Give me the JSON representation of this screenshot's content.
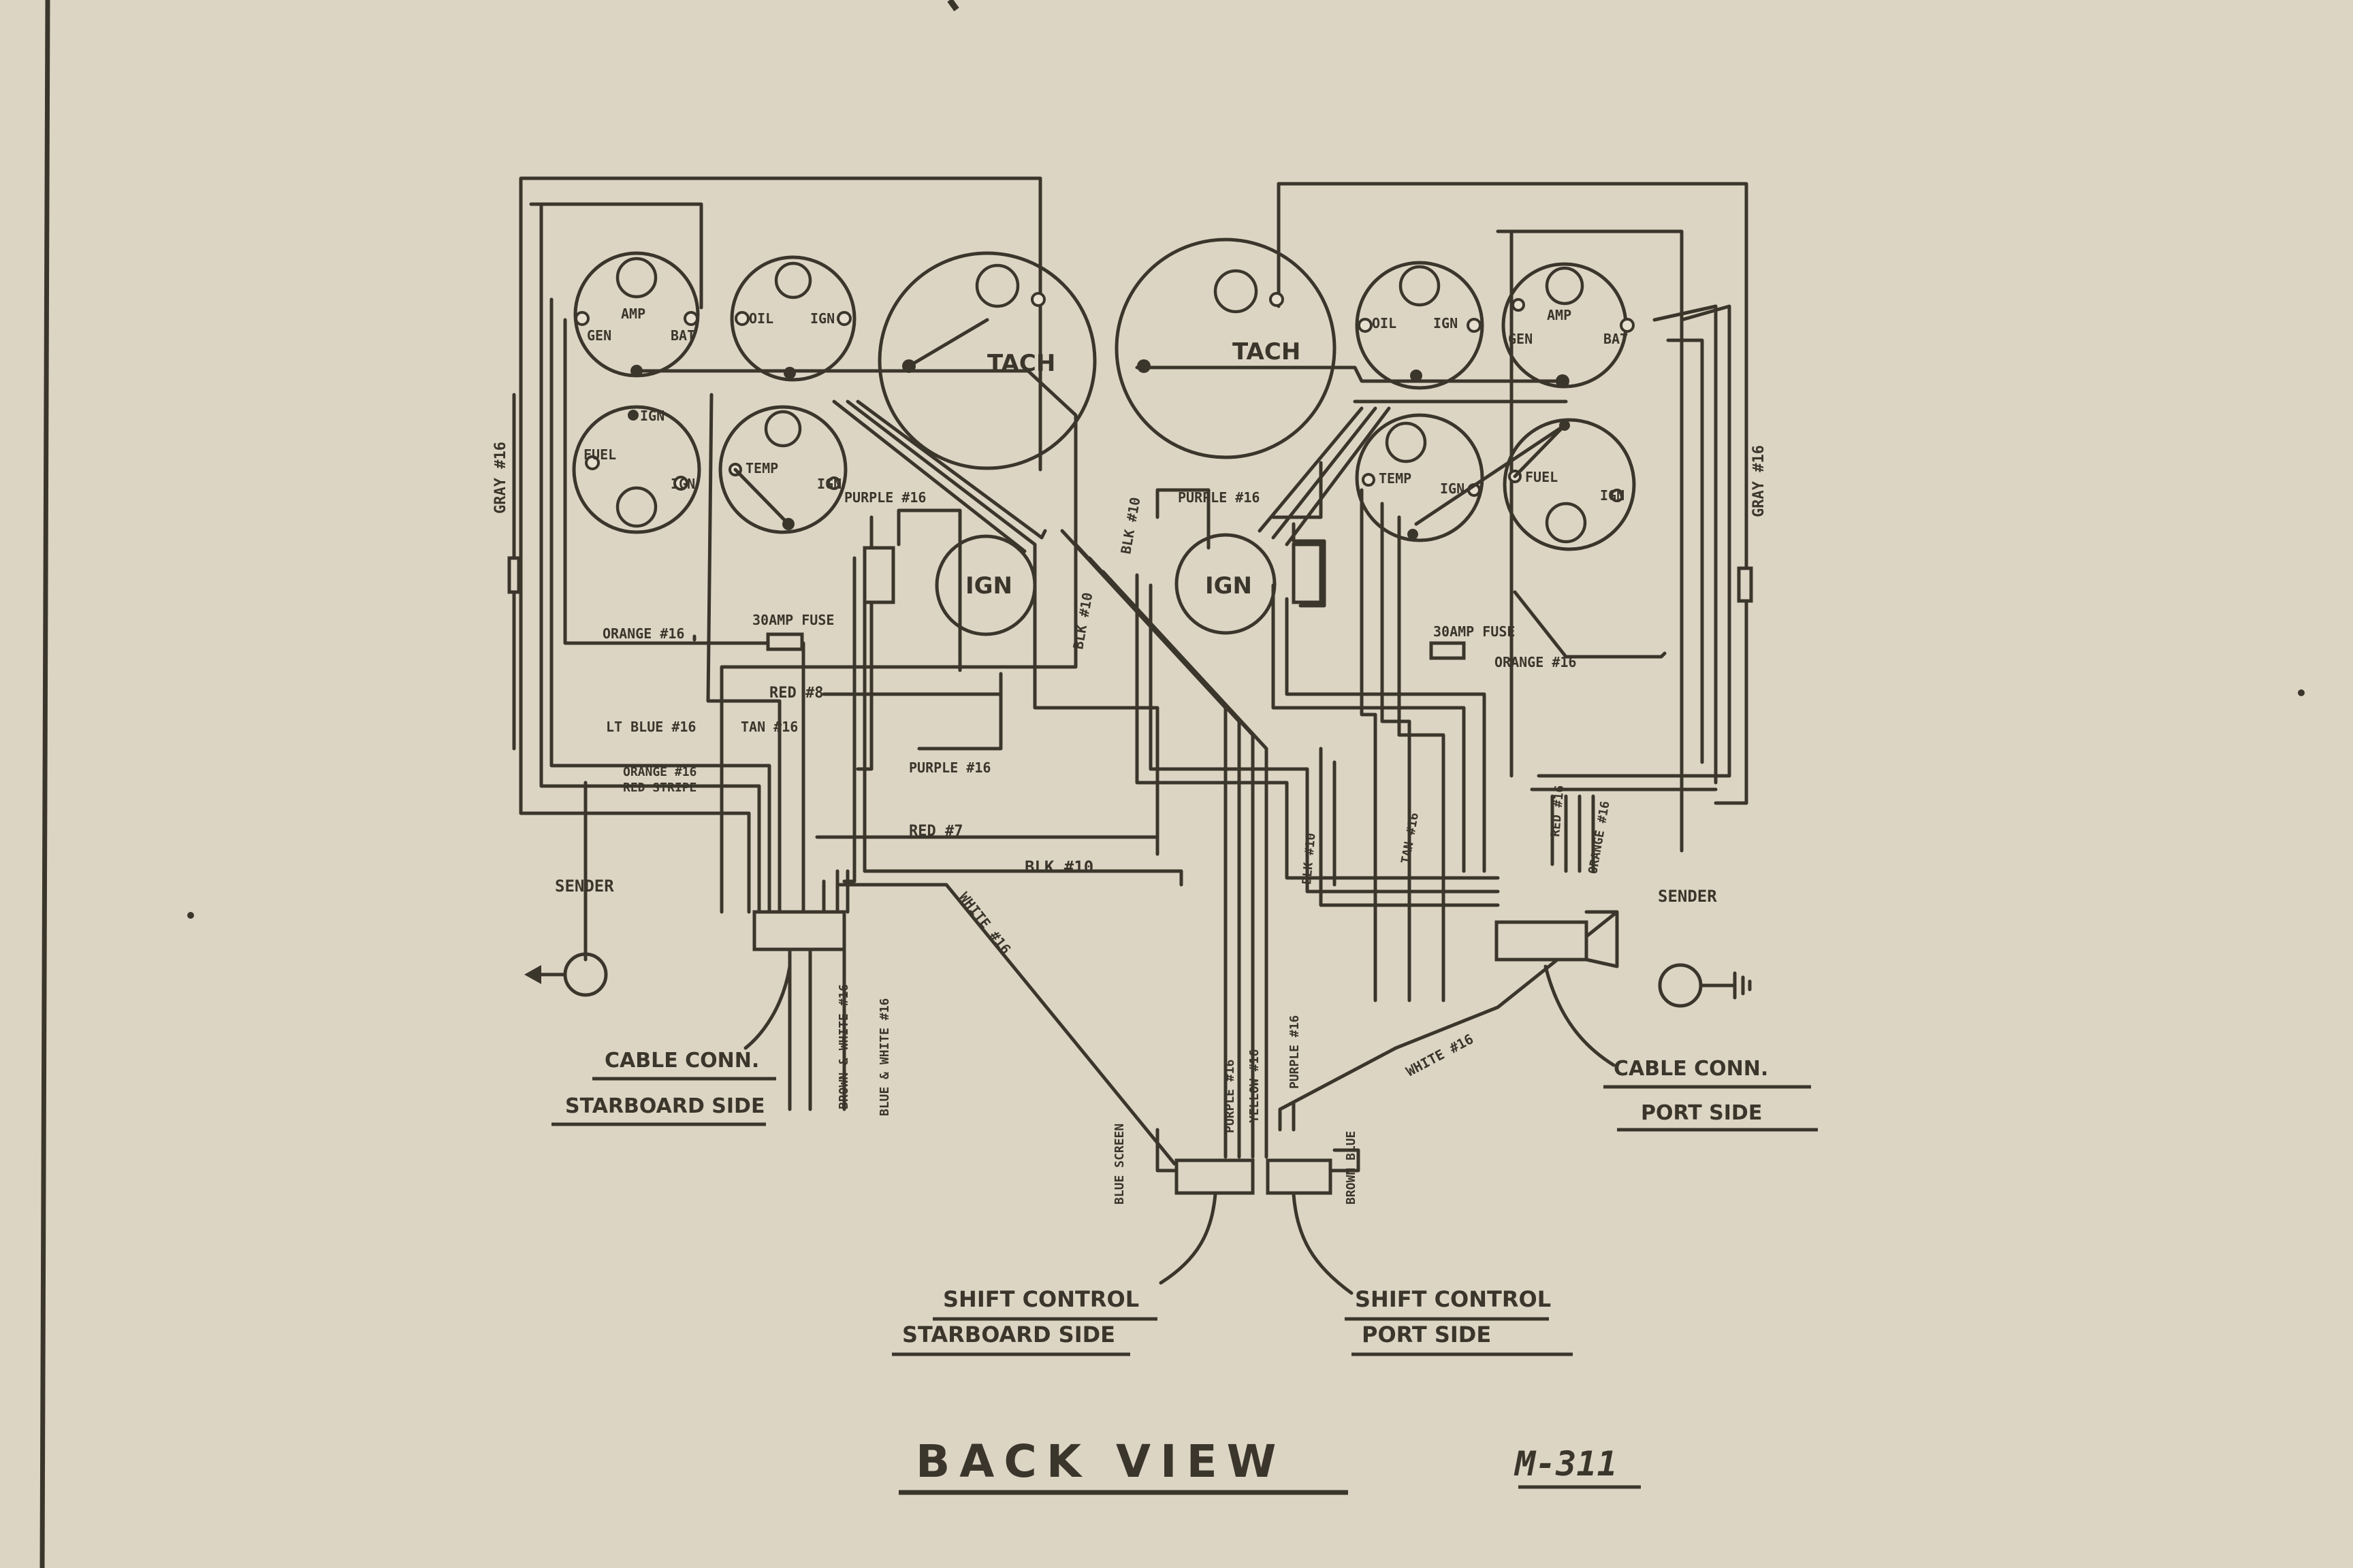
{
  "gauges_starboard": {
    "amp": {
      "name": "AMP",
      "gen": "GEN",
      "bat": "BAT"
    },
    "oil": {
      "oil": "OIL",
      "ign": "IGN"
    },
    "fuel": {
      "fuel": "FUEL",
      "ign": "IGN"
    },
    "temp": {
      "temp": "TEMP",
      "ign": "IGN"
    },
    "tach": "TACH",
    "ign_switch": "IGN",
    "top_ign": "IGN"
  },
  "gauges_port": {
    "tach": "TACH",
    "oil": {
      "oil": "OIL",
      "ign": "IGN"
    },
    "amp": {
      "name": "AMP",
      "gen": "GEN",
      "bat": "BAT"
    },
    "temp": {
      "temp": "TEMP",
      "ign": "IGN"
    },
    "fuel": {
      "fuel": "FUEL",
      "ign": "IGN"
    },
    "ign_switch": "IGN"
  },
  "wire_labels_starboard": {
    "gray": "GRAY #16",
    "orange": "ORANGE #16",
    "fuse": "30AMP FUSE",
    "purple_16_top": "PURPLE #16",
    "red_8": "RED #8",
    "lt_blue": "LT BLUE #16",
    "tan": "TAN #16",
    "orange_red": "ORANGE #16",
    "red_stripe": "RED STRIPE",
    "purple_16": "PURPLE #16",
    "red_7": "RED #7",
    "blk_10": "BLK #10",
    "blk_10_vert": "BLK #10",
    "white_16": "WHITE #16",
    "brown_white": "BROWN & WHITE #16",
    "blue_white": "BLUE & WHITE #16",
    "purple_16_low": "PURPLE #16",
    "yellow": "YELLOW #16"
  },
  "wire_labels_port": {
    "gray": "GRAY #16",
    "purple_16_top": "PURPLE #16",
    "blk_10": "BLK #10",
    "fuse": "30AMP FUSE",
    "orange": "ORANGE #16",
    "white_16": "WHITE #16",
    "purple_16_low": "PURPLE #16",
    "tan": "TAN #16",
    "red": "RED #16",
    "blk": "BLK #10",
    "orange_stripe": "ORANGE #16"
  },
  "shift_labels": {
    "blue_screen": "BLUE SCREEN",
    "brown_blue": "BROWN BLUE"
  },
  "annotations": {
    "sender_left": "SENDER",
    "sender_right": "SENDER",
    "cable_conn_starboard_1": "CABLE CONN.",
    "cable_conn_starboard_2": "STARBOARD SIDE",
    "cable_conn_port_1": "CABLE CONN.",
    "cable_conn_port_2": "PORT SIDE",
    "shift_starboard_1": "SHIFT CONTROL",
    "shift_starboard_2": "STARBOARD SIDE",
    "shift_port_1": "SHIFT CONTROL",
    "shift_port_2": "PORT SIDE"
  },
  "title": "BACK VIEW",
  "drawing_number": "M-311"
}
